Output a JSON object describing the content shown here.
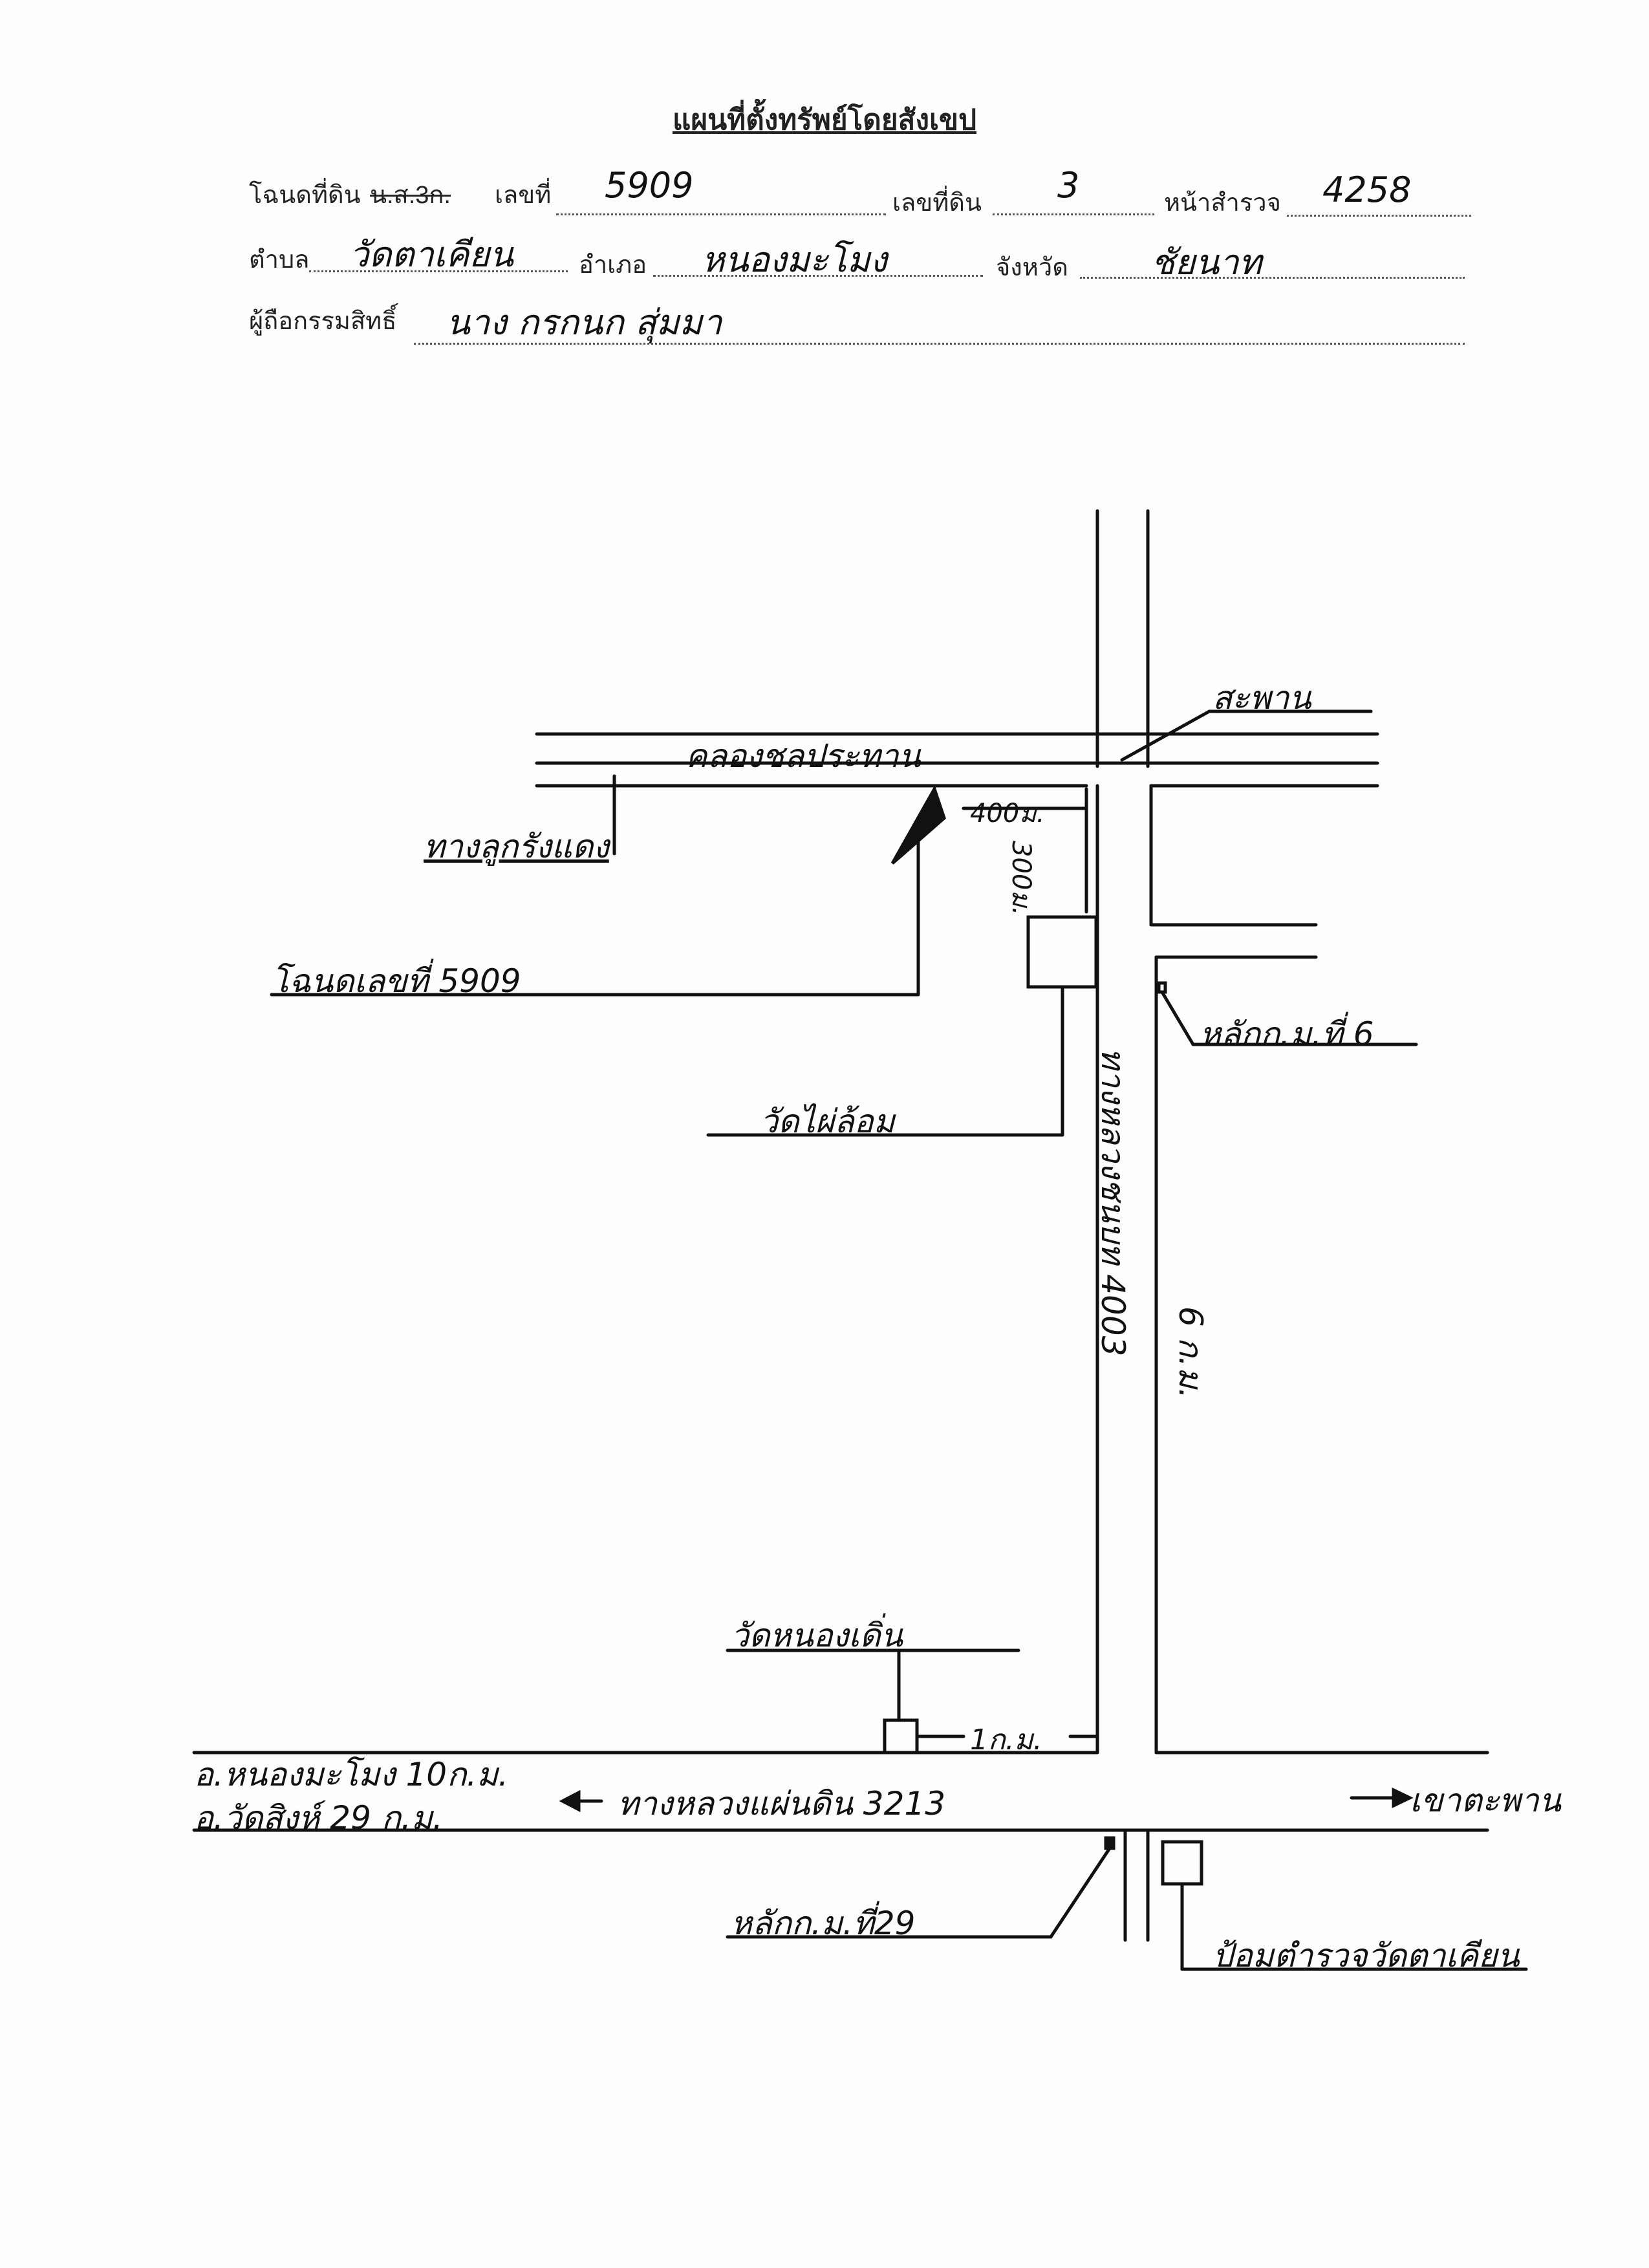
{
  "header": {
    "title": "แผนที่ตั้งทรัพย์โดยสังเขป",
    "deed_label": "โฉนดที่ดิน",
    "deed_struck": "น.ส.3ก.",
    "number_label": "เลขที่",
    "number_value": "5909",
    "land_no_label": "เลขที่ดิน",
    "land_no_value": "3",
    "survey_page_label": "หน้าสำรวจ",
    "survey_page_value": "4258",
    "tambon_label": "ตำบล",
    "tambon_value": "วัดตาเคียน",
    "amphoe_label": "อำเภอ",
    "amphoe_value": "หนองมะโมง",
    "province_label": "จังหวัด",
    "province_value": "ชัยนาท",
    "owner_label": "ผู้ถือกรรมสิทธิ์",
    "owner_value": "นาง กรกนก สุ่มมา"
  },
  "map": {
    "bridge": "สะพาน",
    "canal": "คลองชลประทาน",
    "lane": "ทางลูกรังแดง",
    "dist_400m_h": "400ม.",
    "dist_300m_v": "300ม.",
    "deed_pointer": "โฉนดเลขที่ 5909",
    "temple_phai_lom": "วัดไผ่ล้อม",
    "km_post_6": "หลักก.ม.ที่ 6",
    "road_4003": "ทางหลวงชนบท 4003",
    "dist_6km": "6 ก.ม.",
    "temple_nong_den": "วัดหนองเดิ่น",
    "dist_1km": "1ก.ม.",
    "to_nong_mamong": "อ.หนองมะโมง 10ก.ม.",
    "to_wat_sing": "อ.วัดสิงห์ 29 ก.ม.",
    "highway_3213": "ทางหลวงแผ่นดิน 3213",
    "to_khao_taphan": "เขาตะพาน",
    "km_post_29": "หลักก.ม.ที่29",
    "police_post": "ป้อมตำรวจวัดตาเคียน"
  }
}
